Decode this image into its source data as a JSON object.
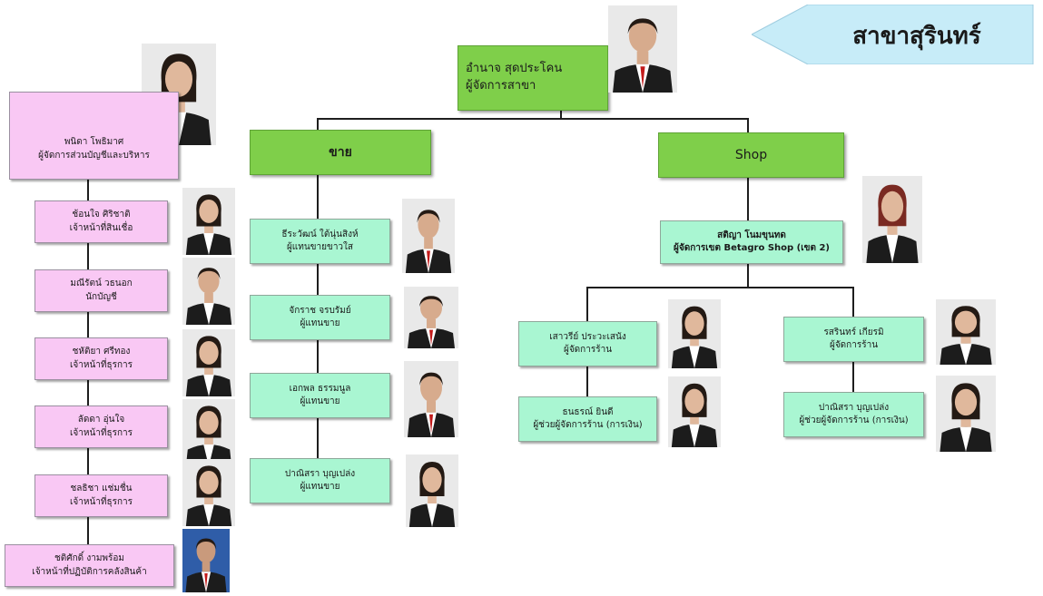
{
  "branch_title": "สาขาสุรินทร์",
  "manager": {
    "name": "อำนาจ สุดประโคน",
    "title": "ผู้จัดการสาขา"
  },
  "departments": {
    "sales": "ขาย",
    "shop": "Shop"
  },
  "admin": {
    "head": {
      "name": "พนิดา โพธิมาศ",
      "title": "ผู้จัดการส่วนบัญชีและบริหาร"
    },
    "staff": [
      {
        "name": "ช้อนใจ ศิริชาติ",
        "title": "เจ้าหน้าที่สินเชื่อ"
      },
      {
        "name": "มณีรัตน์ วธนอก",
        "title": "นักบัญชี"
      },
      {
        "name": "ชหัติยา ศรีทอง",
        "title": "เจ้าหน้าที่ธุรการ"
      },
      {
        "name": "ลัดดา อุ่นใจ",
        "title": "เจ้าหน้าที่ธุรการ"
      },
      {
        "name": "ชลธิชา แช่มชื่น",
        "title": "เจ้าหน้าที่ธุรการ"
      },
      {
        "name": "ชติศักดิ์ งามพร้อม",
        "title": "เจ้าหน้าที่ปฏิบัติการคลังสินค้า"
      }
    ]
  },
  "sales": [
    {
      "name": "ธีระวัฒน์ ใต้นุ่นสิงห์",
      "title": "ผู้แทนขายขาวใส"
    },
    {
      "name": "จักราช จรบรัมย์",
      "title": "ผู้แทนขาย"
    },
    {
      "name": "เอกพล ธรรมนูล",
      "title": "ผู้แทนขาย"
    },
    {
      "name": "ปาณิสรา บุญเปล่ง",
      "title": "ผู้แทนขาย"
    }
  ],
  "shop": {
    "zone_manager": {
      "name": "สติญา โนมขุนทด",
      "title": "ผู้จัดการเขต Betagro Shop (เขต 2)"
    },
    "store_left": [
      {
        "name": "เสาวรีย์ ประวะเสนัง",
        "title": "ผู้จัดการร้าน"
      },
      {
        "name": "ธนธรณ์ ยินดี",
        "title": "ผู้ช่วยผู้จัดการร้าน (การเงิน)"
      }
    ],
    "store_right": [
      {
        "name": "รสรินทร์ เกียรมิ",
        "title": "ผู้จัดการร้าน"
      },
      {
        "name": "ปาณิสรา บุญเปล่ง",
        "title": "ผู้ช่วยผู้จัดการร้าน (การเงิน)"
      }
    ]
  },
  "colors": {
    "pink": "#f9c8f4",
    "mint": "#a9f6d2",
    "green": "#7fcf4a",
    "banner": "#c7ecf8"
  }
}
